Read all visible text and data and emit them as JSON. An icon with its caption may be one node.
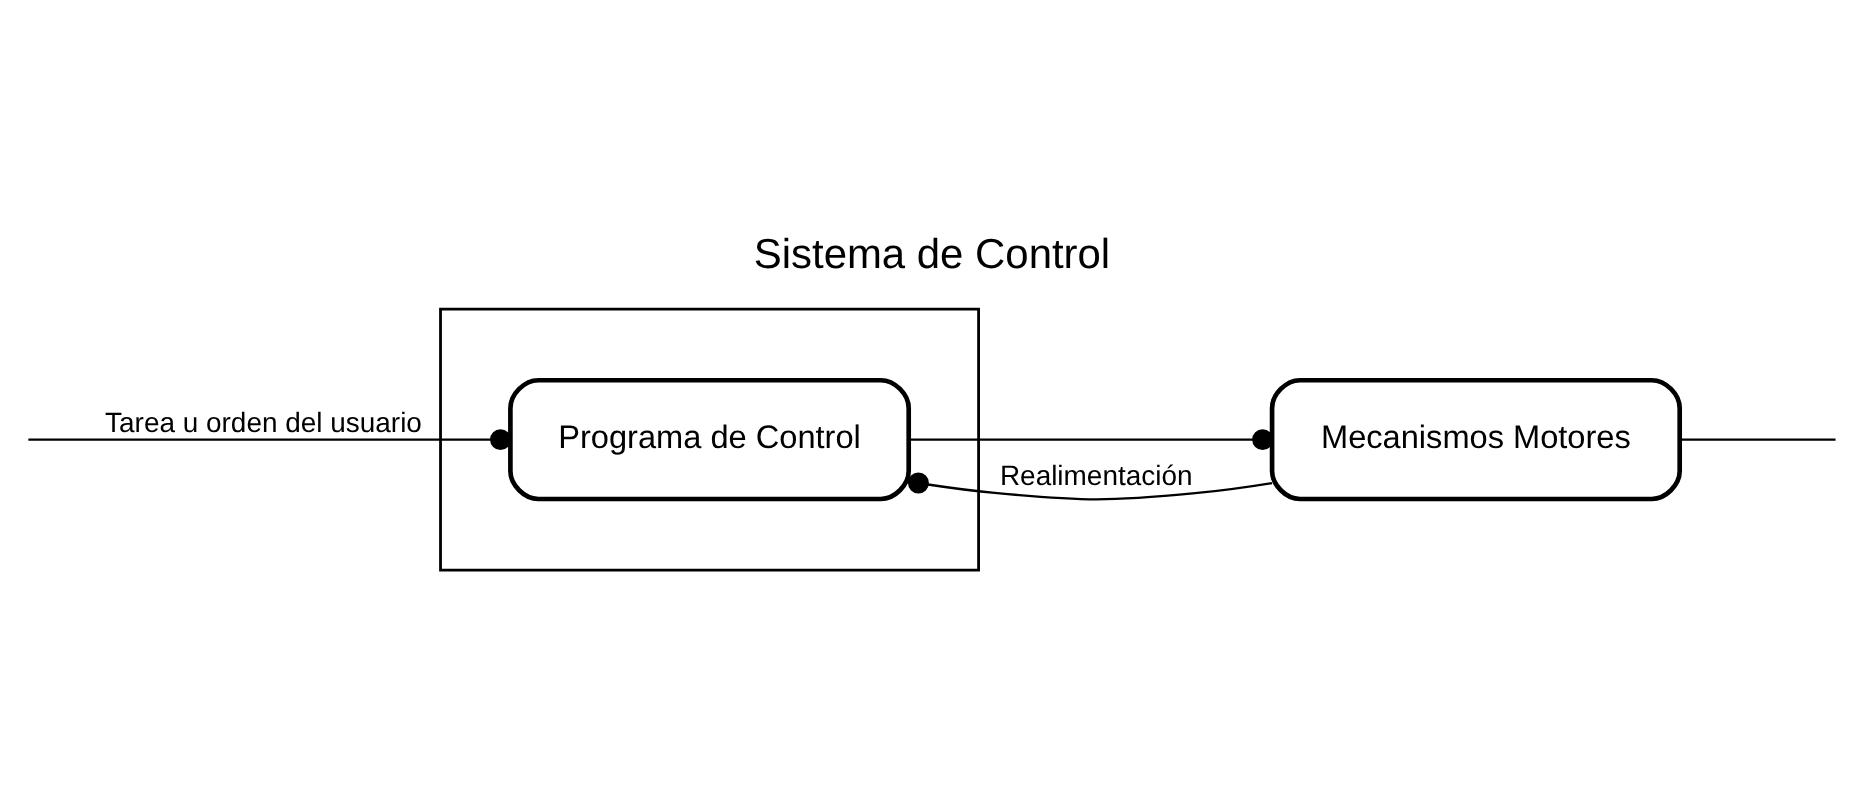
{
  "diagram": {
    "title": "Sistema de Control",
    "nodes": [
      {
        "text": [],
        "shape": "box"
      },
      {
        "text": [
          "Programa de Control"
        ],
        "in": 0
      },
      {
        "text": [
          "Mecanismos Motores"
        ]
      }
    ],
    "edges": [
      {
        "from": 2,
        "to": 1,
        "arrow": "other",
        "label": "Realimentación"
      },
      {
        "from": null,
        "to": 1,
        "arrow": "other",
        "label": "Tarea u orden del usuario"
      },
      {
        "from": 1,
        "to": 2,
        "arrow": "other"
      },
      {
        "from": 2,
        "to": null,
        "arrow": "none"
      }
    ]
  }
}
